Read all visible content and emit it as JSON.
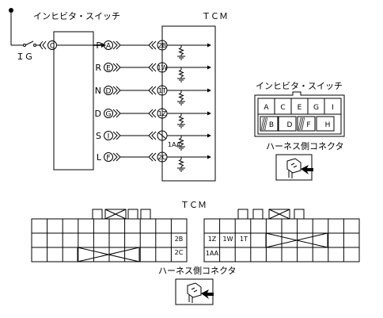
{
  "diagram": {
    "inhibitor_switch_label": "インヒビタ・スイッチ",
    "tcm_label": "ＴＣＭ",
    "ig_label": "ＩＧ",
    "ig_pin": "C",
    "harness_connector_label": "ハーネス側コネクタ",
    "rows": [
      {
        "range": "P",
        "switch_pin": "A",
        "tcm_pin": "2B"
      },
      {
        "range": "R",
        "switch_pin": "E",
        "tcm_pin": "1W"
      },
      {
        "range": "N",
        "switch_pin": "D",
        "tcm_pin": "1T"
      },
      {
        "range": "D",
        "switch_pin": "G",
        "tcm_pin": "1Z"
      },
      {
        "range": "S",
        "switch_pin": "I",
        "tcm_pin": "1AA"
      },
      {
        "range": "L",
        "switch_pin": "F",
        "tcm_pin": "2C"
      }
    ],
    "switch_connector": {
      "top_pins": [
        "A",
        "C",
        "E",
        "G",
        "I"
      ],
      "bottom_pins": [
        "B",
        "D",
        "F",
        "H"
      ],
      "top_hatched": [],
      "bottom_hatched": [
        0,
        2
      ]
    },
    "tcm_connector": {
      "left_pins": [
        "2B",
        "2C"
      ],
      "right_top_pins": [
        "1Z",
        "1W",
        "1T"
      ],
      "right_bottom_pins": [
        "1AA"
      ]
    }
  }
}
